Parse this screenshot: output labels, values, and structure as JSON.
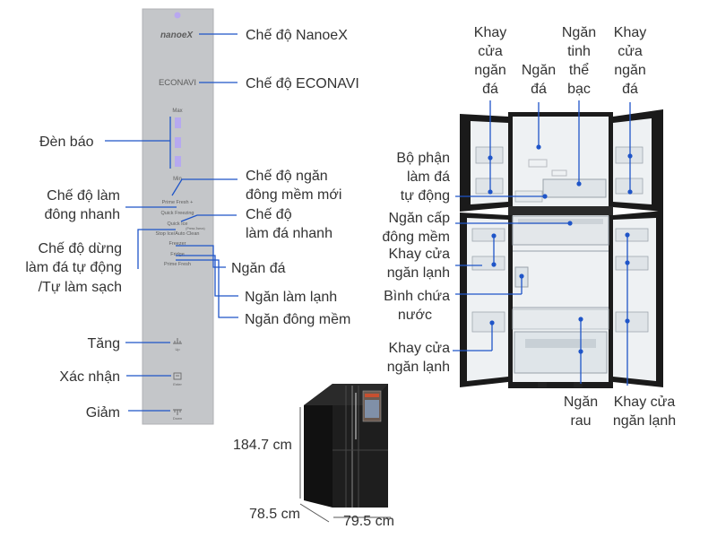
{
  "panel": {
    "brand_text": "nanoeX",
    "econavi_text": "ECONAVI",
    "max_text": "Max",
    "min_text": "Min",
    "buttons": [
      "Prime Fresh +",
      "Quick Freezing",
      "Quick Ice",
      "Stop Ice/Auto Clean",
      "Freezer",
      "Fridge",
      "Prime Fresh"
    ],
    "button_sub": "(Press 3secs)",
    "up_label": "Up",
    "enter_label": "Enter",
    "down_label": "Down"
  },
  "panel_labels": {
    "nanoex": "Chế độ NanoeX",
    "econavi": "Chế độ ECONAVI",
    "den_bao": "Đèn báo",
    "dong_mem_moi": [
      "Chế độ ngăn",
      "đông mềm mới"
    ],
    "dong_nhanh": [
      "Chế độ làm",
      "đông nhanh"
    ],
    "lam_da_nhanh": [
      "Chế độ",
      "làm đá nhanh"
    ],
    "dung_lam_da": [
      "Chế độ dừng",
      "làm đá tự động",
      "/Tự làm sạch"
    ],
    "ngan_da": "Ngăn đá",
    "ngan_lam_lanh": "Ngăn làm lạnh",
    "ngan_dong_mem": "Ngăn đông mềm",
    "tang": "Tăng",
    "xac_nhan": "Xác nhận",
    "giam": "Giảm"
  },
  "dimensions": {
    "height": "184.7 cm",
    "depth": "78.5 cm",
    "width": "79.5 cm"
  },
  "fridge_labels": {
    "khay_cua_ngan_da_left": [
      "Khay",
      "cửa",
      "ngăn",
      "đá"
    ],
    "ngan_da": [
      "Ngăn",
      "đá"
    ],
    "ngan_tinh_the_bac": [
      "Ngăn",
      "tinh",
      "thể",
      "bạc"
    ],
    "khay_cua_ngan_da_right": [
      "Khay",
      "cửa",
      "ngăn",
      "đá"
    ],
    "bo_phan_lam_da": [
      "Bộ phận",
      "làm đá",
      "tự động"
    ],
    "ngan_cap_dong_mem": [
      "Ngăn cấp",
      "đông mềm"
    ],
    "khay_cua_ngan_lanh_1": [
      "Khay cửa",
      "ngăn lạnh"
    ],
    "binh_chua_nuoc": [
      "Bình chứa",
      "nước"
    ],
    "khay_cua_ngan_lanh_2": [
      "Khay cửa",
      "ngăn lạnh"
    ],
    "ngan_rau": [
      "Ngăn",
      "rau"
    ],
    "khay_cua_ngan_lanh_3": [
      "Khay cửa",
      "ngăn lạnh"
    ]
  },
  "colors": {
    "leader": "#1f55c8",
    "panel_bg": "#c4c6c9",
    "fridge_body": "#1c1c1c",
    "interior": "#eef1f3"
  }
}
